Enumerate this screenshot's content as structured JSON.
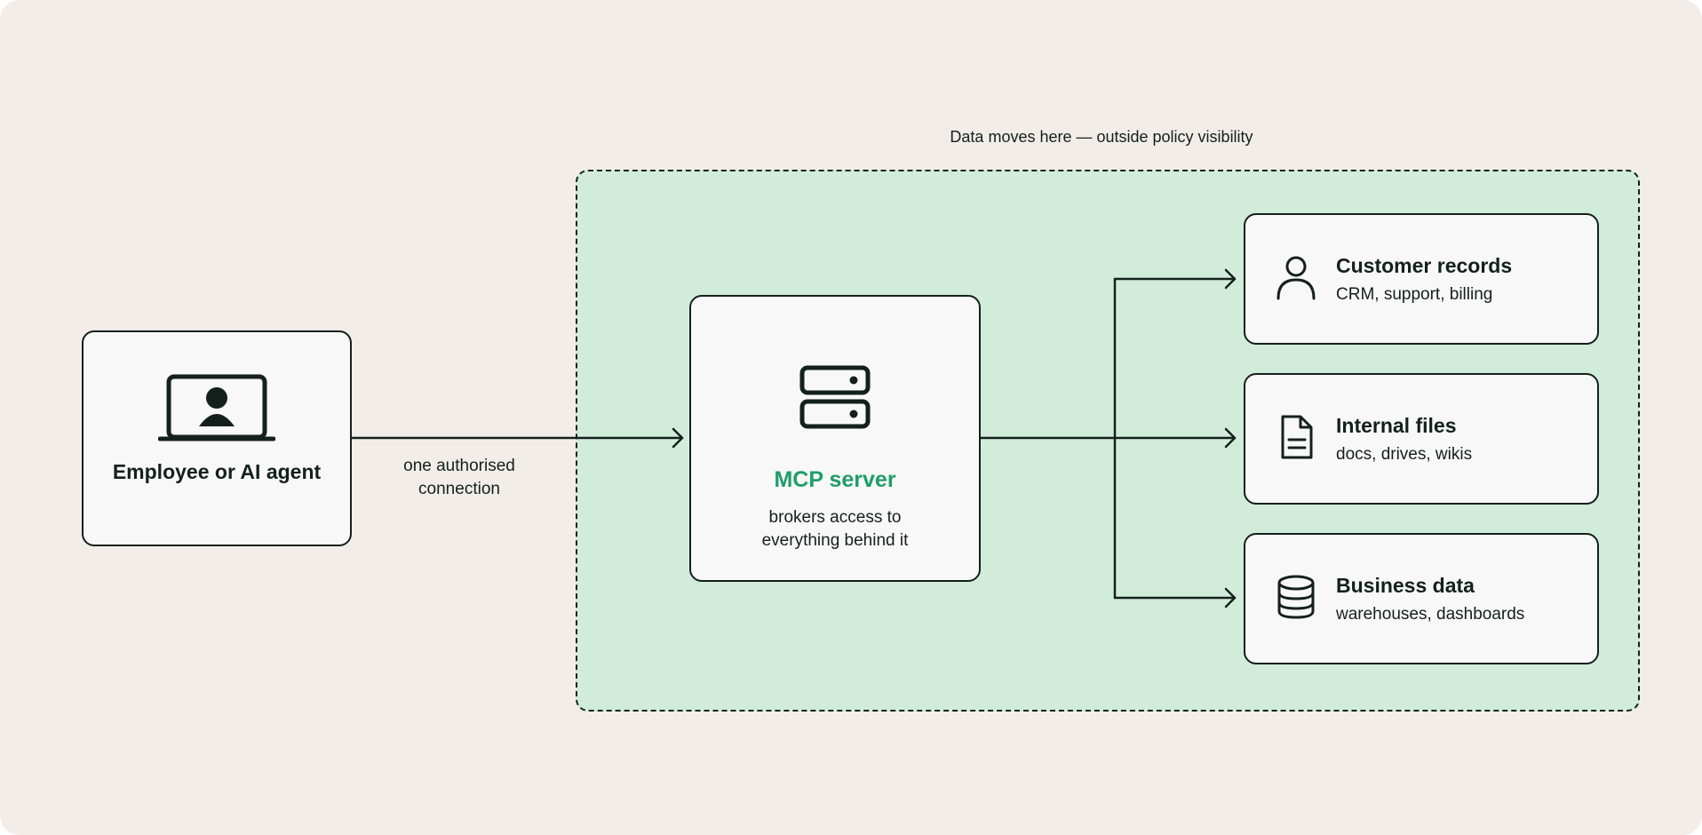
{
  "zone": {
    "caption": "Data moves here — outside policy visibility"
  },
  "agent": {
    "label": "Employee or AI agent",
    "icon": "laptop-user-icon"
  },
  "connection": {
    "line1": "one authorised",
    "line2": "connection"
  },
  "server": {
    "title": "MCP server",
    "desc_line1": "brokers access to",
    "desc_line2": "everything behind it",
    "icon": "server-icon"
  },
  "resources": [
    {
      "title": "Customer records",
      "subtitle": "CRM, support, billing",
      "icon": "user-icon"
    },
    {
      "title": "Internal files",
      "subtitle": "docs, drives, wikis",
      "icon": "document-icon"
    },
    {
      "title": "Business data",
      "subtitle": "warehouses, dashboards",
      "icon": "database-icon"
    }
  ],
  "colors": {
    "background": "#f2ede9",
    "zone_fill": "#d2ecdc",
    "card_fill": "#f8f8f8",
    "stroke": "#14201c",
    "accent": "#1f9e6b"
  }
}
